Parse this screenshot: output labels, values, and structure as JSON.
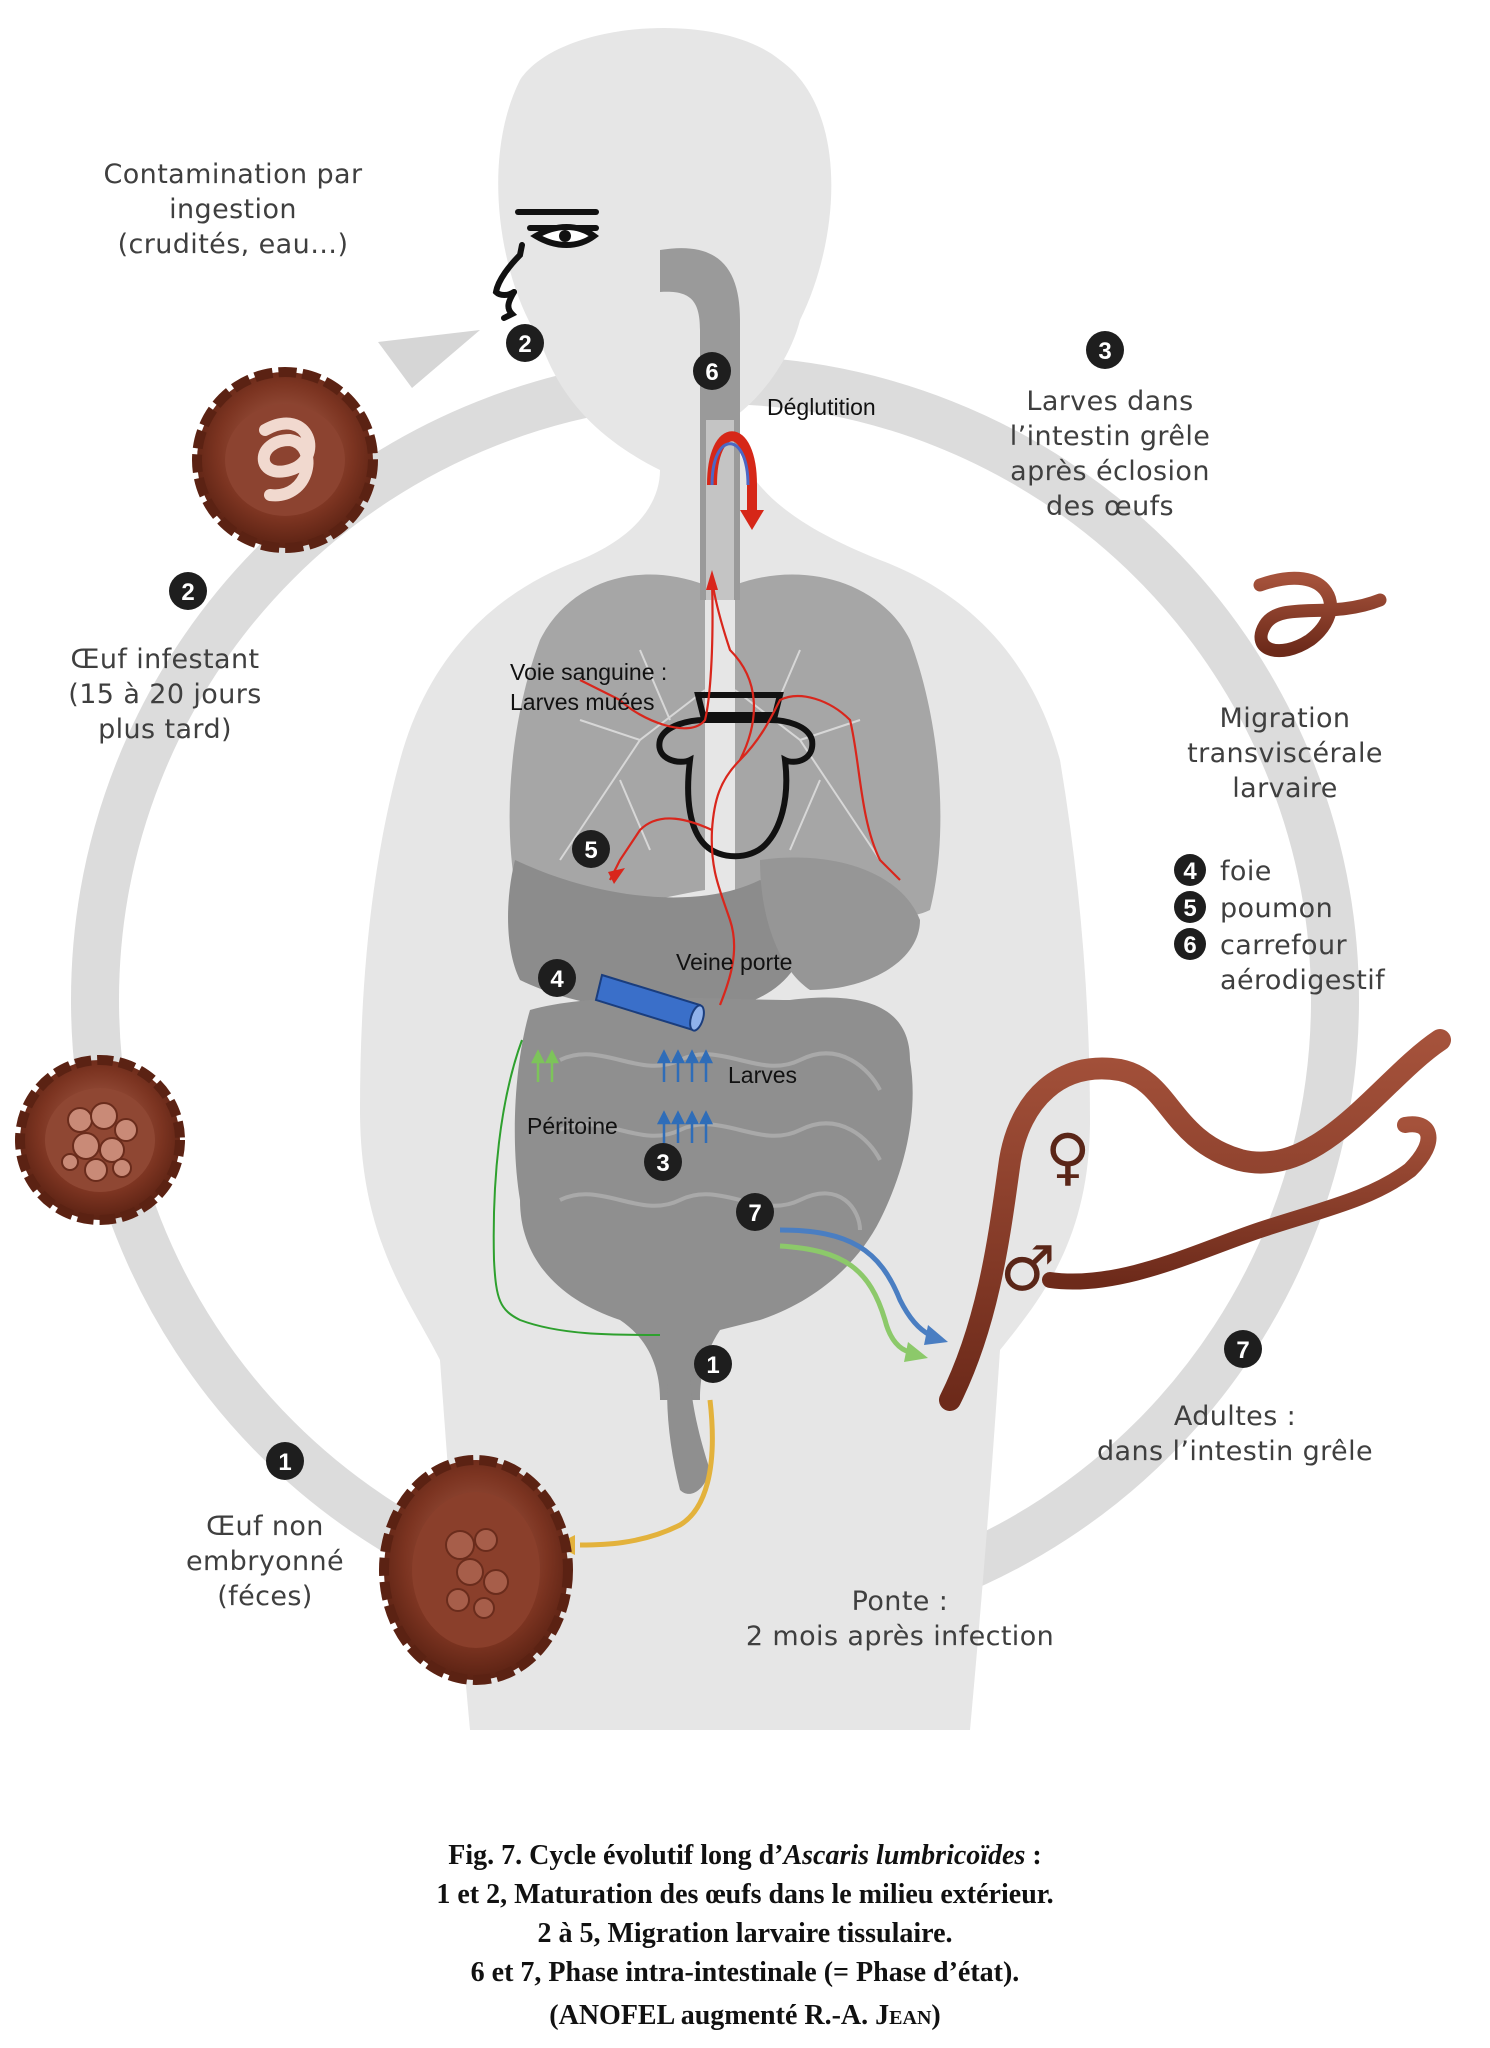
{
  "labels": {
    "contamination": [
      "Contamination par",
      "ingestion",
      "(crudités, eau…)"
    ],
    "oeuf_infestant": [
      "Œuf infestant",
      "(15 à 20 jours",
      "plus tard)"
    ],
    "oeuf_non": [
      "Œuf non",
      "embryonné",
      "(féces)"
    ],
    "ponte": [
      "Ponte :",
      "2 mois après infection"
    ],
    "adultes": [
      "Adultes :",
      "dans l’intestin grêle"
    ],
    "larves_intestin": [
      "Larves dans",
      "l’intestin grêle",
      "après éclosion",
      "des œufs"
    ],
    "migration": [
      "Migration",
      "transviscérale",
      "larvaire"
    ],
    "legend": [
      {
        "num": "4",
        "text": "foie"
      },
      {
        "num": "5",
        "text": "poumon"
      },
      {
        "num": "6",
        "text": "carrefour"
      }
    ],
    "legend_cont": "aérodigestif",
    "deglutition": "Déglutition",
    "voie_sanguine": [
      "Voie sanguine :",
      "Larves muées"
    ],
    "veine_porte": "Veine porte",
    "larves": "Larves",
    "peritoine": "Péritoine",
    "female_symbol": "♀",
    "male_symbol": "♂"
  },
  "badges": {
    "outer_2": "2",
    "outer_1": "1",
    "outer_3": "3",
    "outer_7": "7",
    "mouth_2": "2",
    "throat_6": "6",
    "lung_5": "5",
    "liver_4": "4",
    "intestine_3": "3",
    "intestine_7": "7",
    "rectum_1": "1"
  },
  "caption": {
    "line1_prefix": "Fig. 7. Cycle évolutif long d’",
    "line1_species": "Ascaris lumbricoïdes",
    "line1_suffix": " :",
    "line2": "1 et 2, Maturation des œufs dans le milieu extérieur.",
    "line3": "2 à 5, Migration larvaire tissulaire.",
    "line4": "6 et 7, Phase intra-intestinale (= Phase d’état).",
    "line5_prefix": "(ANOFEL augmenté R.-A. ",
    "line5_name": "Jean",
    "line5_suffix": ")"
  },
  "colors": {
    "cycle_ring": "#d9d9d9",
    "body": "#e6e6e6",
    "organs": "#9d9d9d",
    "worm": "#8a3c29",
    "egg": "#7c3421",
    "blood_path": "#d9261c",
    "larvae_arrows": "#2f6db8",
    "peritoneum": "#3aa13a",
    "egg_exit": "#e3b23c"
  }
}
